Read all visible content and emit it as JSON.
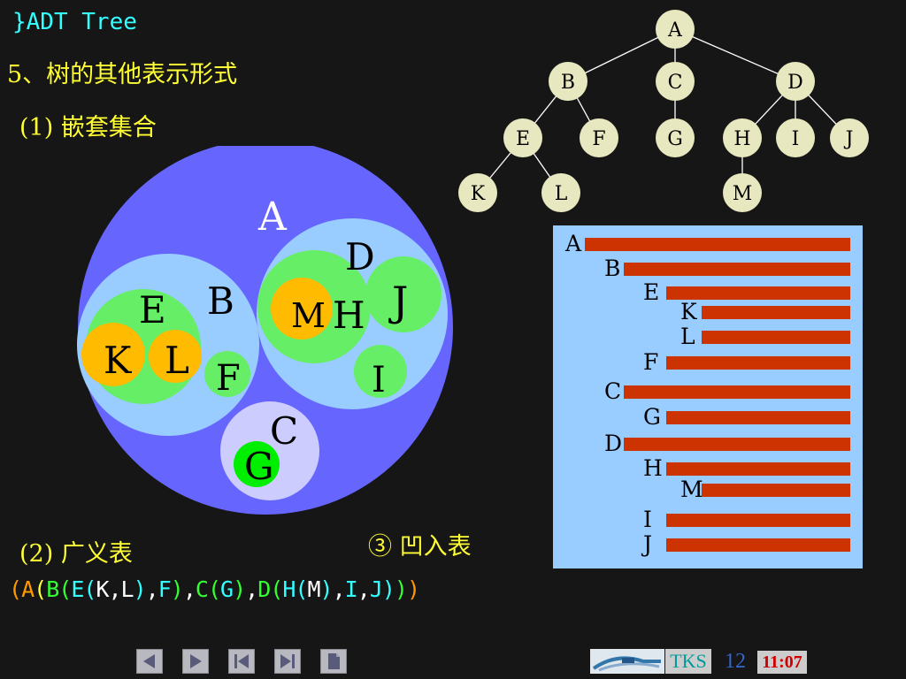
{
  "slide": {
    "title": "}ADT Tree",
    "subtitle": "5、树的其他表示形式",
    "nested_title": "(1) 嵌套集合",
    "generalized_title": "(2) 广义表",
    "indent_title": "③ 凹入表",
    "generalized_expr": [
      {
        "t": "(",
        "color": "#ff9900"
      },
      {
        "t": "A",
        "color": "#ff9900"
      },
      {
        "t": "(",
        "color": "#ffff33"
      },
      {
        "t": "B",
        "color": "#33ff33"
      },
      {
        "t": "(",
        "color": "#33ff33"
      },
      {
        "t": "E",
        "color": "#33ffff"
      },
      {
        "t": "(",
        "color": "#33ffff"
      },
      {
        "t": "K,L",
        "color": "#ffffff"
      },
      {
        "t": ")",
        "color": "#33ffff"
      },
      {
        "t": ",",
        "color": "#ffffff"
      },
      {
        "t": "F",
        "color": "#33ffff"
      },
      {
        "t": ")",
        "color": "#33ff33"
      },
      {
        "t": ",",
        "color": "#ffffff"
      },
      {
        "t": "C",
        "color": "#33ff33"
      },
      {
        "t": "(",
        "color": "#33ff33"
      },
      {
        "t": "G",
        "color": "#33ffff"
      },
      {
        "t": ")",
        "color": "#33ff33"
      },
      {
        "t": ",",
        "color": "#ffffff"
      },
      {
        "t": "D",
        "color": "#33ff33"
      },
      {
        "t": "(",
        "color": "#33ff33"
      },
      {
        "t": "H",
        "color": "#33ffff"
      },
      {
        "t": "(",
        "color": "#33ffff"
      },
      {
        "t": "M",
        "color": "#ffffff"
      },
      {
        "t": ")",
        "color": "#33ffff"
      },
      {
        "t": ",",
        "color": "#ffffff"
      },
      {
        "t": "I",
        "color": "#33ffff"
      },
      {
        "t": ",",
        "color": "#ffffff"
      },
      {
        "t": "J",
        "color": "#33ffff"
      },
      {
        "t": ")",
        "color": "#33ffff"
      },
      {
        "t": ")",
        "color": "#33ff33"
      },
      {
        "t": ")",
        "color": "#ff9900"
      }
    ]
  },
  "tree": {
    "nodes": [
      "A",
      "B",
      "C",
      "D",
      "E",
      "F",
      "G",
      "H",
      "I",
      "J",
      "K",
      "L",
      "M"
    ],
    "edges": [
      [
        "A",
        "B"
      ],
      [
        "A",
        "C"
      ],
      [
        "A",
        "D"
      ],
      [
        "B",
        "E"
      ],
      [
        "B",
        "F"
      ],
      [
        "C",
        "G"
      ],
      [
        "D",
        "H"
      ],
      [
        "D",
        "I"
      ],
      [
        "D",
        "J"
      ],
      [
        "E",
        "K"
      ],
      [
        "E",
        "L"
      ],
      [
        "H",
        "M"
      ]
    ]
  },
  "nested_sets": {
    "labels": [
      "A",
      "B",
      "E",
      "K",
      "L",
      "F",
      "D",
      "H",
      "M",
      "J",
      "I",
      "C",
      "G"
    ]
  },
  "indented_list": {
    "rows": [
      {
        "label": "A",
        "depth": 0
      },
      {
        "label": "B",
        "depth": 1
      },
      {
        "label": "E",
        "depth": 2
      },
      {
        "label": "K",
        "depth": 3
      },
      {
        "label": "L",
        "depth": 3
      },
      {
        "label": "F",
        "depth": 2
      },
      {
        "label": "C",
        "depth": 1
      },
      {
        "label": "G",
        "depth": 2
      },
      {
        "label": "D",
        "depth": 1
      },
      {
        "label": "H",
        "depth": 2
      },
      {
        "label": "M",
        "depth": 3
      },
      {
        "label": "I",
        "depth": 2
      },
      {
        "label": "J",
        "depth": 2
      }
    ]
  },
  "footer": {
    "nav_icons": [
      "prev-slide-icon",
      "next-slide-icon",
      "first-slide-icon",
      "last-slide-icon",
      "page-icon"
    ],
    "brand": "TKS",
    "page_number": "12",
    "time": "11:07"
  },
  "colors": {
    "outer_set": "#6666ff",
    "inner_set": "#99ccff",
    "leaf_set": "#66ee66",
    "orange_leaf": "#ffbb00",
    "c_set": "#ccccff",
    "g_set": "#00ee00",
    "tree_node": "#e8e8c0",
    "indent_bar": "#cc3300",
    "indent_bg": "#99ccff"
  }
}
